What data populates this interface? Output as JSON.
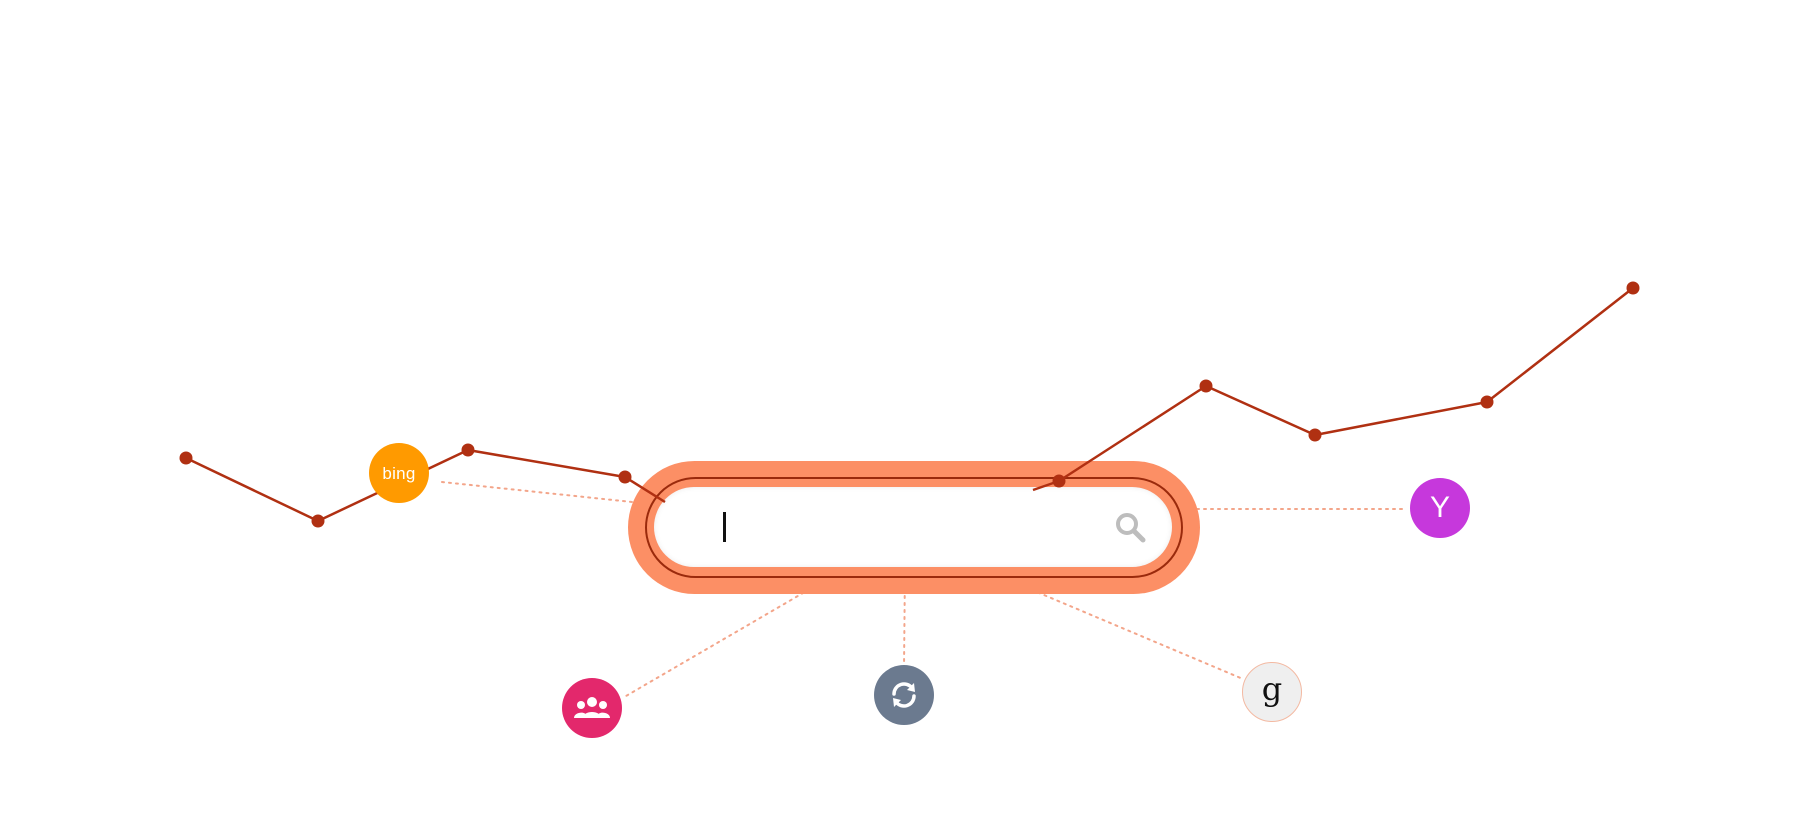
{
  "colors": {
    "background": "#ffffff",
    "line": "#b03012",
    "connector": "#f3a58a",
    "capsule": "#fc8f65",
    "ring": "#9a2a0c",
    "search_icon": "#bdbdbd"
  },
  "search": {
    "value": "",
    "placeholder": ""
  },
  "engines": {
    "bing": {
      "label": "bing",
      "color": "#ff9a00",
      "icon": "bing-logo"
    },
    "yahoo": {
      "label": "Y",
      "color": "#c638dc",
      "icon": "yahoo-logo"
    },
    "google": {
      "label": "g",
      "color": "#efefef",
      "icon": "google-logo"
    },
    "social": {
      "label": "",
      "color": "#e3286c",
      "icon": "people-icon"
    },
    "refresh": {
      "label": "",
      "color": "#6b7a8f",
      "icon": "refresh-icon"
    }
  },
  "chart_data": {
    "type": "line",
    "series": [
      {
        "values": [
          {
            "x": 186,
            "y": 458
          },
          {
            "x": 318,
            "y": 521
          },
          {
            "x": 468,
            "y": 450
          },
          {
            "x": 625,
            "y": 477
          },
          {
            "x": 665,
            "y": 502
          }
        ]
      },
      {
        "values": [
          {
            "x": 1033,
            "y": 490
          },
          {
            "x": 1059,
            "y": 481
          },
          {
            "x": 1206,
            "y": 386
          },
          {
            "x": 1315,
            "y": 435
          },
          {
            "x": 1487,
            "y": 402
          },
          {
            "x": 1633,
            "y": 288
          }
        ]
      }
    ]
  }
}
